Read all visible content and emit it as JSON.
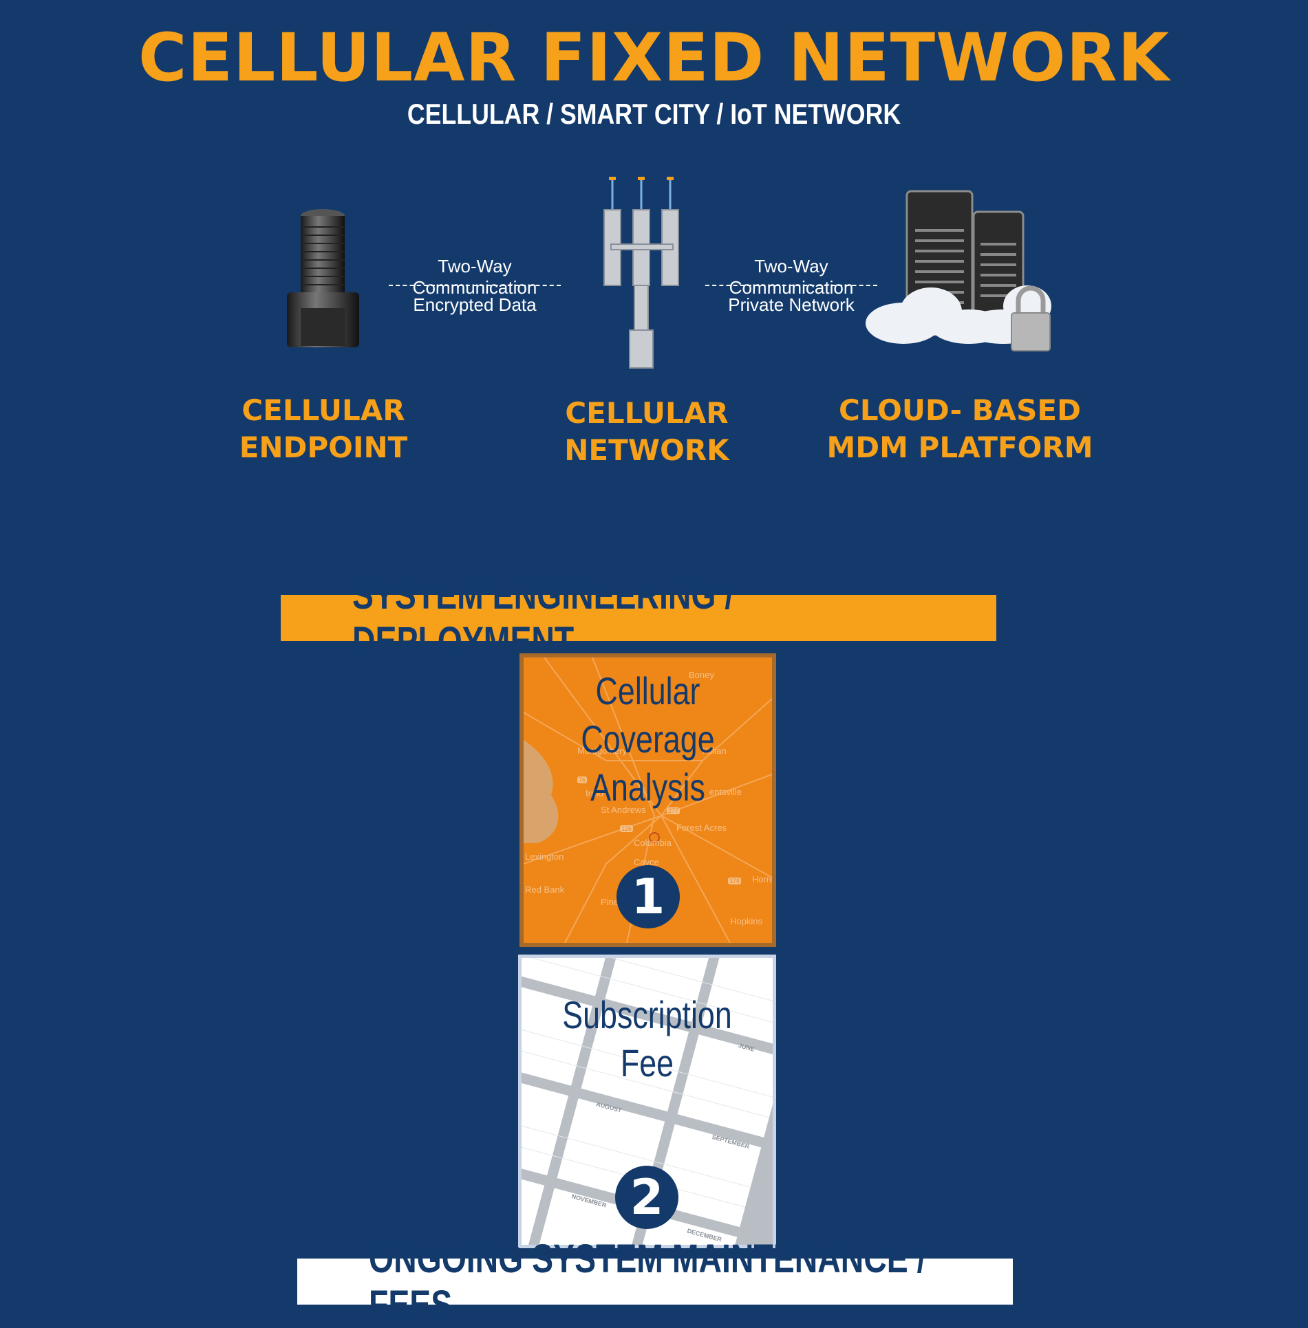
{
  "header": {
    "title": "CELLULAR FIXED NETWORK",
    "subtitle": "CELLULAR / SMART CITY / IoT NETWORK"
  },
  "nodes": [
    {
      "label_line1": "CELLULAR",
      "label_line2": "ENDPOINT",
      "icon": "cellular-endpoint-icon"
    },
    {
      "label_line1": "CELLULAR",
      "label_line2": "NETWORK",
      "icon": "cell-tower-icon"
    },
    {
      "label_line1": "CLOUD- BASED",
      "label_line2": "MDM PLATFORM",
      "icon": "cloud-server-icon"
    }
  ],
  "links": [
    {
      "top": "Two-Way Communication",
      "bottom": "Encrypted Data"
    },
    {
      "top": "Two-Way Communication",
      "bottom": "Private Network"
    }
  ],
  "deployment": {
    "banner": "SYSTEM ENGINEERING / DEPLOYMENT",
    "box1": {
      "line1": "Cellular",
      "line2": "Coverage",
      "line3": "Analysis",
      "number": "1"
    },
    "map_labels": [
      "Boney",
      "Montgomery",
      "Killian",
      "Irmo",
      "entsville",
      "St Andrews",
      "Forest Acres",
      "Columbia",
      "Lexington",
      "Cayce",
      "Red Bank",
      "Pine",
      "Horre",
      "Hopkins",
      "76",
      "277",
      "126",
      "378"
    ],
    "box2": {
      "line1": "Subscription",
      "line2": "Fee",
      "number": "2"
    },
    "calendar_labels": [
      "JUNE",
      "AUGUST",
      "SEPTEMBER",
      "NOVEMBER",
      "DECEMBER"
    ]
  },
  "maintenance": {
    "banner": "ONGOING SYSTEM MAINTENANCE / FEES"
  },
  "colors": {
    "background": "#133a6b",
    "accent": "#f7a11a",
    "map_orange": "#ef8618",
    "white": "#ffffff"
  }
}
